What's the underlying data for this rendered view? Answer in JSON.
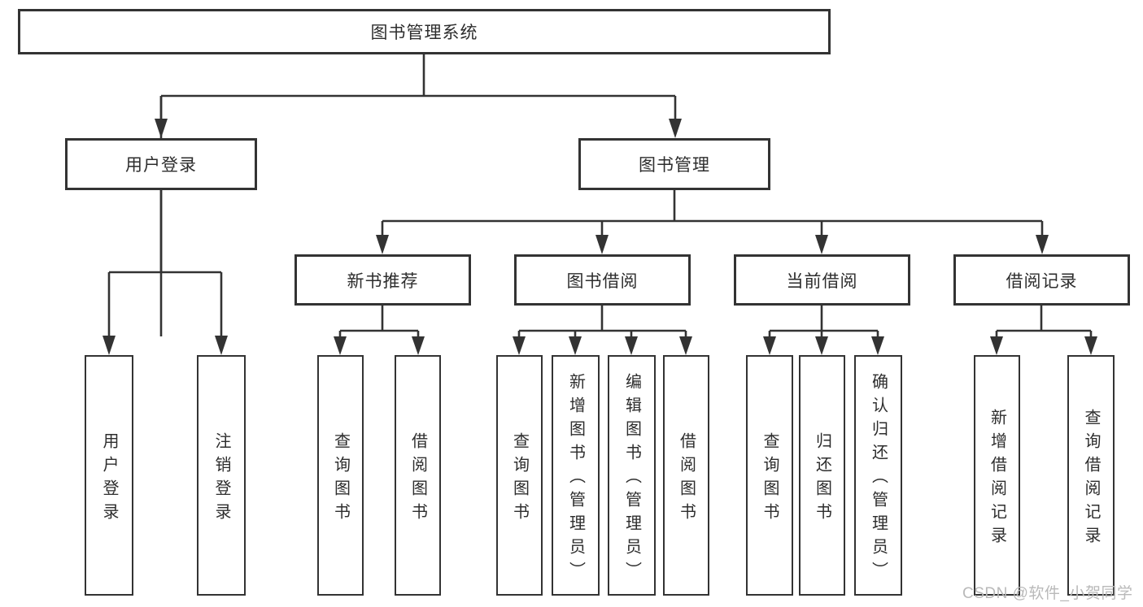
{
  "diagram": {
    "root": {
      "label": "图书管理系统"
    },
    "level2": [
      {
        "id": "user-login-group",
        "label": "用户登录"
      },
      {
        "id": "book-management-group",
        "label": "图书管理"
      }
    ],
    "level3": [
      {
        "id": "new-book-recommend",
        "label": "新书推荐"
      },
      {
        "id": "book-borrowing",
        "label": "图书借阅"
      },
      {
        "id": "current-borrowing",
        "label": "当前借阅"
      },
      {
        "id": "borrowing-records",
        "label": "借阅记录"
      }
    ],
    "leaves": {
      "user_login": [
        {
          "label": "用户登录"
        },
        {
          "label": "注销登录"
        }
      ],
      "new_book": [
        {
          "label": "查询图书"
        },
        {
          "label": "借阅图书"
        }
      ],
      "book_borrow": [
        {
          "label": "查询图书"
        },
        {
          "label": "新增图书（管理员）"
        },
        {
          "label": "编辑图书（管理员）"
        },
        {
          "label": "借阅图书"
        }
      ],
      "current_borrow": [
        {
          "label": "查询图书"
        },
        {
          "label": "归还图书"
        },
        {
          "label": "确认归还（管理员）"
        }
      ],
      "borrow_record": [
        {
          "label": "新增借阅记录"
        },
        {
          "label": "查询借阅记录"
        }
      ]
    },
    "colors": {
      "line": "#333333",
      "text": "#2d2d2d",
      "box_background": "#ffffff",
      "watermark": "#b9b9b9"
    }
  },
  "watermark": {
    "text": "CSDN @软件_小贺同学"
  }
}
